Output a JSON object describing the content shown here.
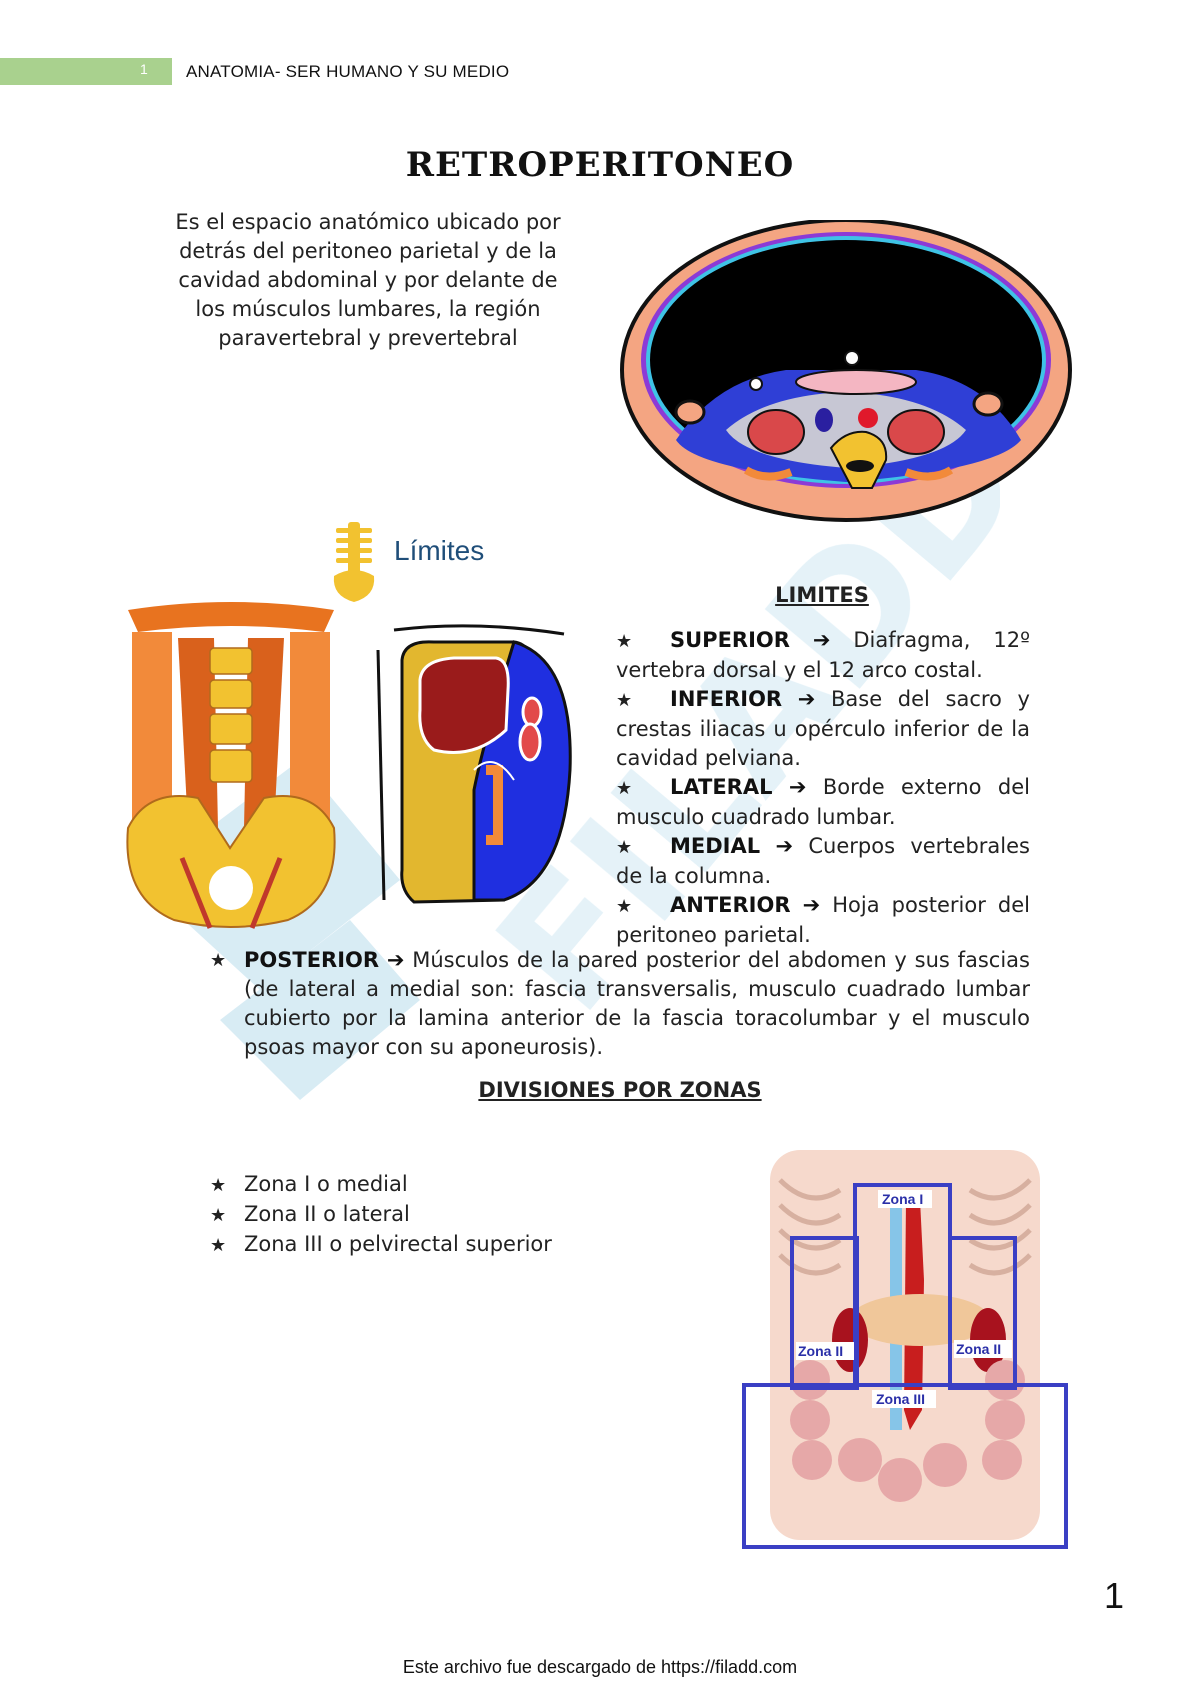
{
  "header": {
    "page_tag": "1",
    "course": "ANATOMIA- SER HUMANO Y SU MEDIO"
  },
  "title": "RETROPERITONEO",
  "intro": "Es el espacio anatómico ubicado por detrás del peritoneo parietal y de la cavidad abdominal y por delante de los músculos lumbares, la región paravertebral y prevertebral",
  "figure_label": "Límites",
  "limits": {
    "heading": "LIMITES",
    "items": [
      {
        "label": "SUPERIOR",
        "text": "Diafragma, 12º vertebra dorsal y el 12 arco costal."
      },
      {
        "label": "INFERIOR",
        "text": "Base del sacro y crestas iliacas u opérculo inferior de la cavidad pelviana."
      },
      {
        "label": "LATERAL",
        "text": "Borde externo del musculo cuadrado lumbar."
      },
      {
        "label": "MEDIAL",
        "text": "Cuerpos vertebrales de la columna."
      },
      {
        "label": "ANTERIOR",
        "text": "Hoja posterior del peritoneo parietal."
      }
    ],
    "posterior": {
      "label": "POSTERIOR",
      "text": "Músculos de la pared posterior del abdomen y sus fascias (de lateral a medial son: fascia transversalis, musculo cuadrado lumbar cubierto por la lamina anterior de la fascia toracolumbar y el musculo psoas mayor con su aponeurosis)."
    }
  },
  "zones": {
    "heading": "DIVISIONES POR ZONAS",
    "items": [
      "Zona I o medial",
      "Zona II o lateral",
      "Zona III o pelvirectal superior"
    ],
    "figure_labels": {
      "zone1": "Zona I",
      "zone2_left": "Zona II",
      "zone2_right": "Zona II",
      "zone3": "Zona III"
    }
  },
  "page_number": "1",
  "footer": "Este archivo fue descargado de https://filadd.com",
  "watermark": "FILADD.COM",
  "arrow_glyph": "➔",
  "star_glyph": "★",
  "colors": {
    "header_bar": "#a9d18e",
    "zone_box": "#3a3fc4",
    "watermark": "#cfe8f3"
  }
}
